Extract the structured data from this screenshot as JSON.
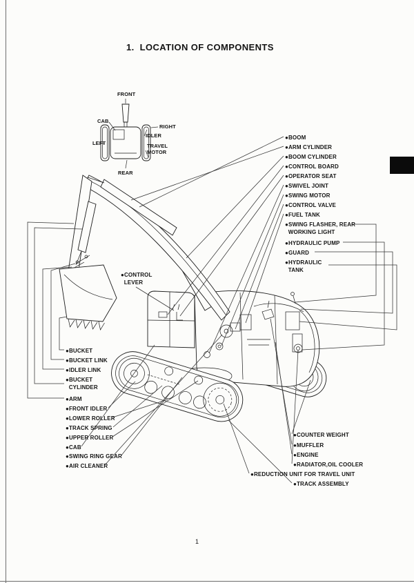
{
  "page": {
    "title": "1.  LOCATION OF COMPONENTS",
    "page_number": "1"
  },
  "orientation": {
    "front": "FRONT",
    "cab": "CAB",
    "right": "RIGHT",
    "idler": "IDLER",
    "left": "LEFT",
    "travel_motor": "TRAVEL\nMOTOR",
    "rear": "REAR"
  },
  "labels": {
    "right": [
      "●BOOM",
      "●ARM CYLINDER",
      "●BOOM CYLINDER",
      "●CONTROL BOARD",
      "●OPERATOR SEAT",
      "●SWIVEL JOINT",
      "●SWING MOTOR",
      "●CONTROL VALVE",
      "●FUEL TANK",
      "●SWING FLASHER, REAR\n  WORKING LIGHT",
      "●HYDRAULIC PUMP",
      "●GUARD",
      "●HYDRAULIC\n  TANK"
    ],
    "control_lever": "●CONTROL\n  LEVER",
    "left": [
      "●BUCKET",
      "●BUCKET LINK",
      "●IDLER LINK",
      "●BUCKET\n  CYLINDER",
      "●ARM",
      "●FRONT IDLER",
      "●LOWER ROLLER",
      "●TRACK SPRING",
      "●UPPER ROLLER",
      "●CAB",
      "●SWING RING GEAR",
      "●AIR CLEANER"
    ],
    "bottom_right": [
      "●COUNTER WEIGHT",
      "●MUFFLER",
      "●ENGINE",
      "●RADIATOR,OIL COOLER",
      "●REDUCTION UNIT FOR TRAVEL UNIT",
      "●TRACK ASSEMBLY"
    ]
  }
}
